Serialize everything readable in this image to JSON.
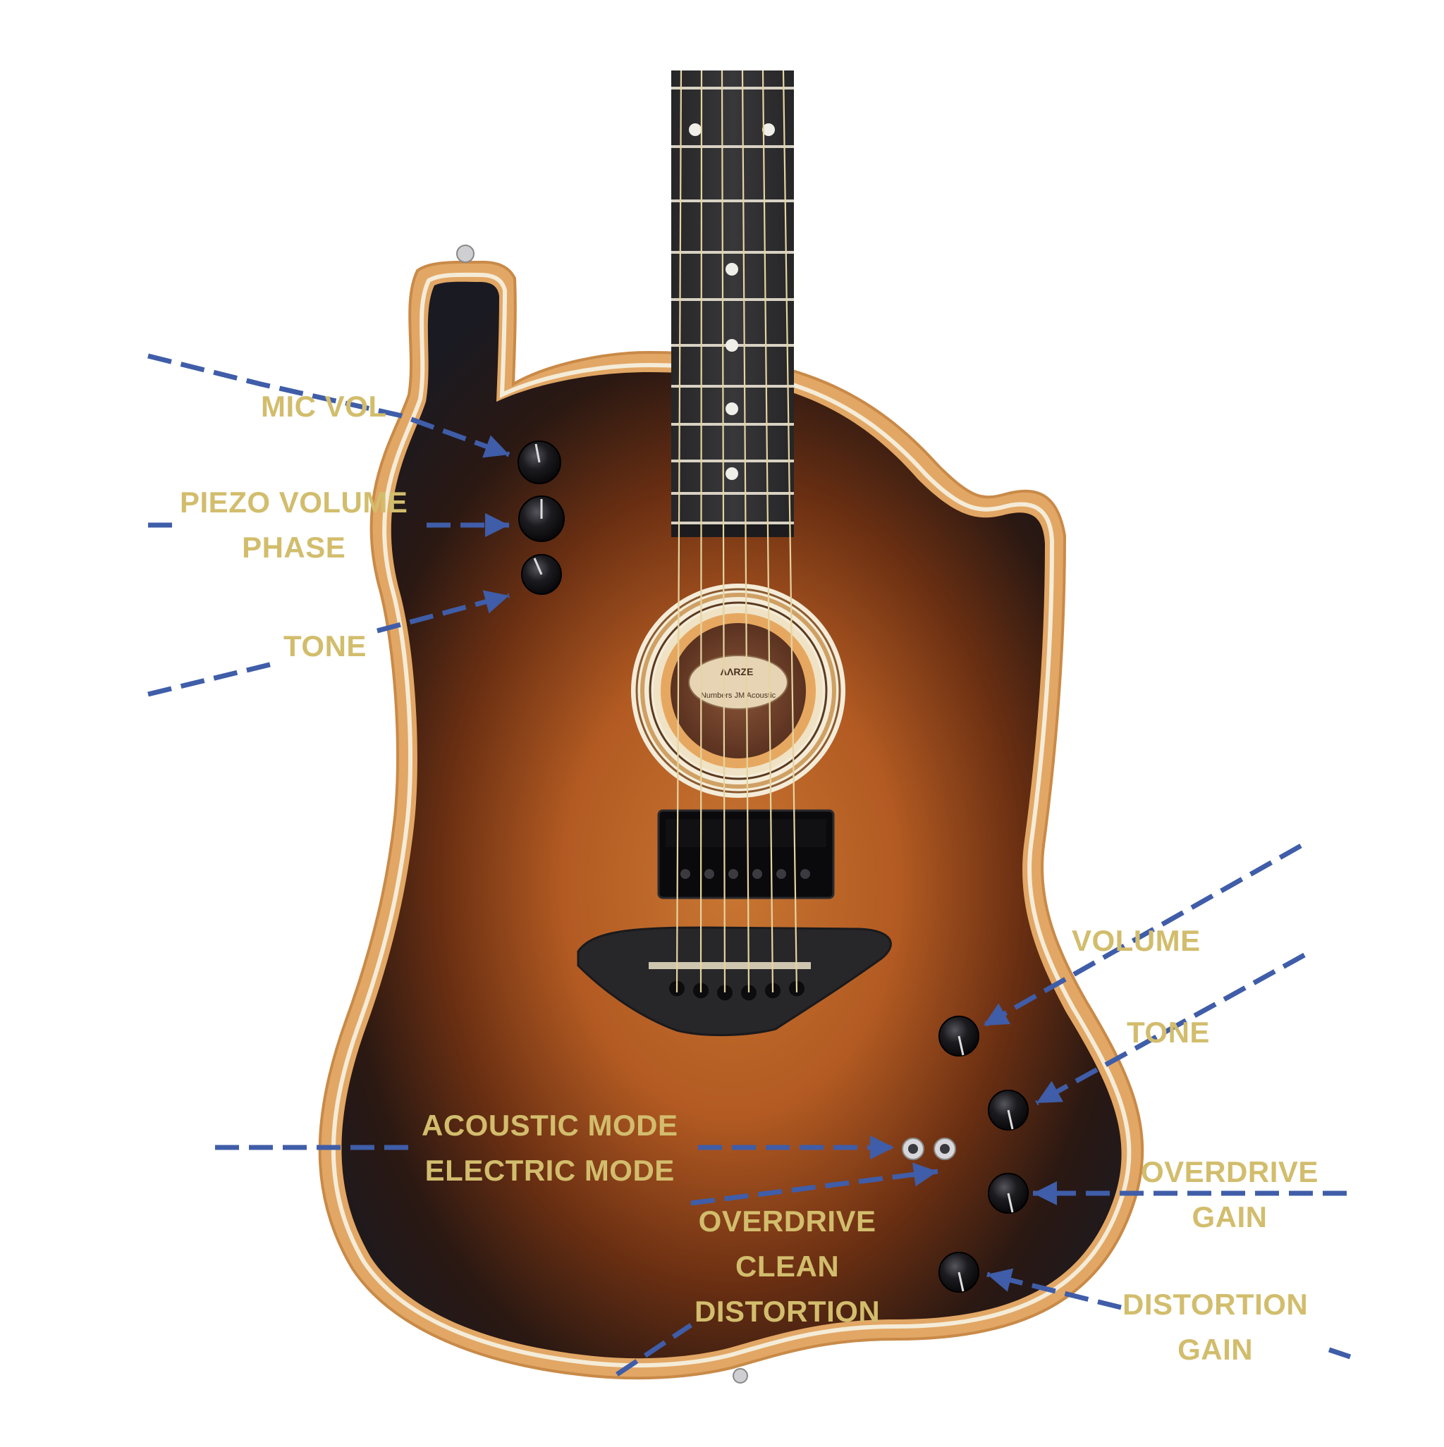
{
  "colors": {
    "label": "#d2bd6d",
    "arrow": "#3f5da8",
    "background": "#ffffff",
    "binding": "#e2a765",
    "sunburst_center": "#bf6d2c",
    "sunburst_edge": "#1b1b24",
    "fretboard": "#2a2a2e",
    "knob": "#151518"
  },
  "labels": {
    "mic_vol": "MIC VOL",
    "piezo_volume": "PIEZO VOLUME",
    "phase": "PHASE",
    "tone_upper": "TONE",
    "volume": "VOLUME",
    "tone_lower": "TONE",
    "acoustic_mode": "ACOUSTIC MODE",
    "electric_mode": "ELECTRIC MODE",
    "overdrive_gain_1": "OVERDRIVE",
    "overdrive_gain_2": "GAIN",
    "mode_overdrive": "OVERDRIVE",
    "mode_clean": "CLEAN",
    "mode_distortion": "DISTORTION",
    "distortion_gain_1": "DISTORTION",
    "distortion_gain_2": "GAIN"
  },
  "soundhole_label": {
    "brand": "ΛΛRZE",
    "model": "Numbers JM Acoustic"
  },
  "icons": {
    "arrows": "dashed-arrow-icon",
    "knobs": "knob-icon",
    "switches": "toggle-switch-icon"
  }
}
